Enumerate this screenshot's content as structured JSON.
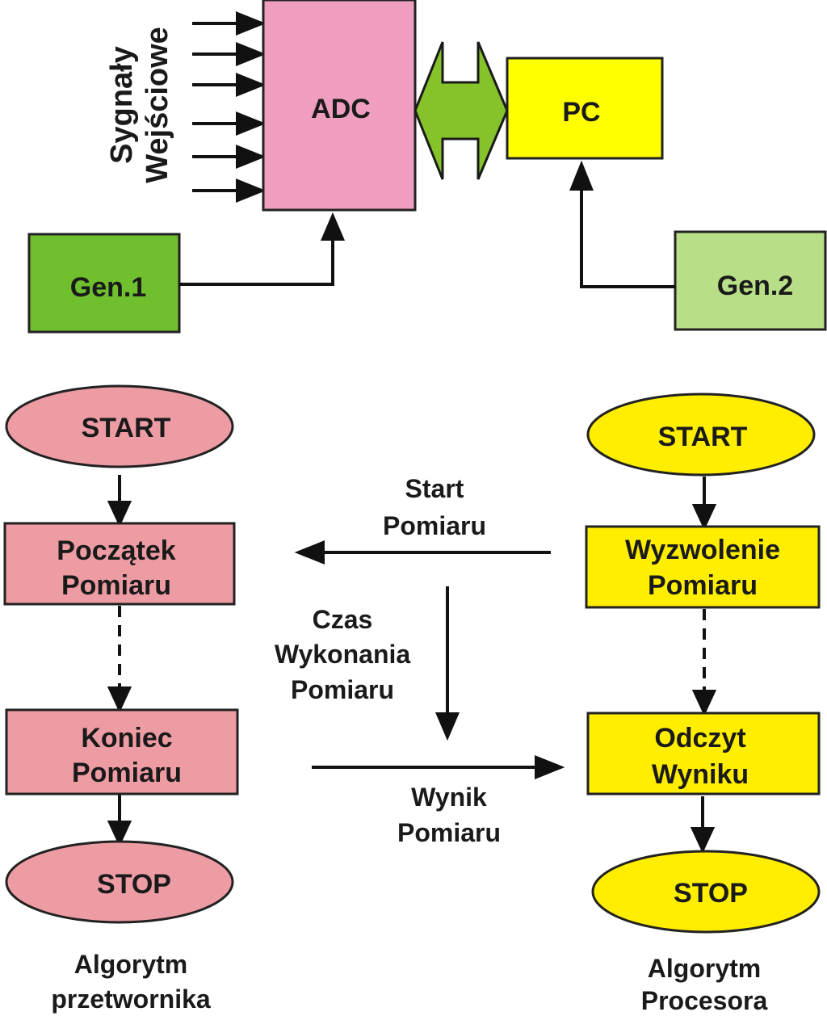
{
  "hardware": {
    "input_signals_label": [
      "Sygnały",
      "Wejściowe"
    ],
    "adc_label": "ADC",
    "pc_label": "PC",
    "gen1_label": "Gen.1",
    "gen2_label": "Gen.2"
  },
  "converter_algorithm": {
    "start": "START",
    "begin": [
      "Początek",
      "Pomiaru"
    ],
    "end": [
      "Koniec",
      "Pomiaru"
    ],
    "stop": "STOP",
    "caption": [
      "Algorytm",
      "przetwornika"
    ]
  },
  "processor_algorithm": {
    "start": "START",
    "trigger": [
      "Wyzwolenie",
      "Pomiaru"
    ],
    "read": [
      "Odczyt",
      "Wyniku"
    ],
    "stop": "STOP",
    "caption": [
      "Algorytm",
      "Procesora"
    ]
  },
  "messages": {
    "start_measurement": [
      "Start",
      "Pomiaru"
    ],
    "execution_time": [
      "Czas",
      "Wykonania",
      "Pomiaru"
    ],
    "measurement_result": [
      "Wynik",
      "Pomiaru"
    ]
  },
  "colors": {
    "adc": "#f09ec0",
    "pc": "#ffff00",
    "gen1": "#6fbf2e",
    "gen2": "#b8de88",
    "bus": "#86c22a",
    "converter_flow": "#ee9ca4",
    "processor_flow": "#ffee00"
  }
}
